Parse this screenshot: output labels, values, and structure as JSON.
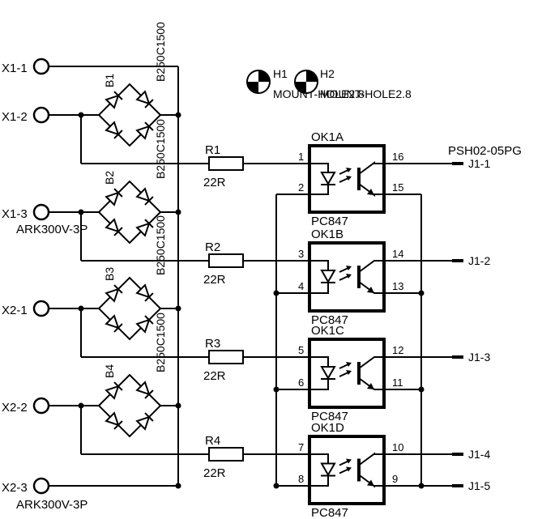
{
  "connectors": [
    {
      "label": "X1-1"
    },
    {
      "label": "X1-2"
    },
    {
      "label": "X1-3"
    },
    {
      "label": "X2-1"
    },
    {
      "label": "X2-2"
    },
    {
      "label": "X2-3"
    }
  ],
  "connector_parts": [
    "ARK300V-3P",
    "ARK300V-3P"
  ],
  "bridges": [
    {
      "ref": "B1",
      "value": "B250C1500"
    },
    {
      "ref": "B2",
      "value": "B250C1500"
    },
    {
      "ref": "B3",
      "value": "B250C1500"
    },
    {
      "ref": "B4",
      "value": "B250C1500"
    }
  ],
  "resistors": [
    {
      "ref": "R1",
      "value": "22R"
    },
    {
      "ref": "R2",
      "value": "22R"
    },
    {
      "ref": "R3",
      "value": "22R"
    },
    {
      "ref": "R4",
      "value": "22R"
    }
  ],
  "optos": [
    {
      "ref": "OK1A",
      "part": "PC847",
      "pin_in1": "1",
      "pin_in2": "2",
      "pin_out1": "16",
      "pin_out2": "15"
    },
    {
      "ref": "OK1B",
      "part": "PC847",
      "pin_in1": "3",
      "pin_in2": "4",
      "pin_out1": "14",
      "pin_out2": "13"
    },
    {
      "ref": "OK1C",
      "part": "PC847",
      "pin_in1": "5",
      "pin_in2": "6",
      "pin_out1": "12",
      "pin_out2": "11"
    },
    {
      "ref": "OK1D",
      "part": "PC847",
      "pin_in1": "7",
      "pin_in2": "8",
      "pin_out1": "10",
      "pin_out2": "9"
    }
  ],
  "header": {
    "part": "PSH02-05PG",
    "pins": [
      "J1-1",
      "J1-2",
      "J1-3",
      "J1-4",
      "J1-5"
    ]
  },
  "mounting_holes": [
    {
      "ref": "H1",
      "value": "MOUNT-HOLE2.8"
    },
    {
      "ref": "H2",
      "value": "MOUNT-HOLE2.8"
    }
  ]
}
